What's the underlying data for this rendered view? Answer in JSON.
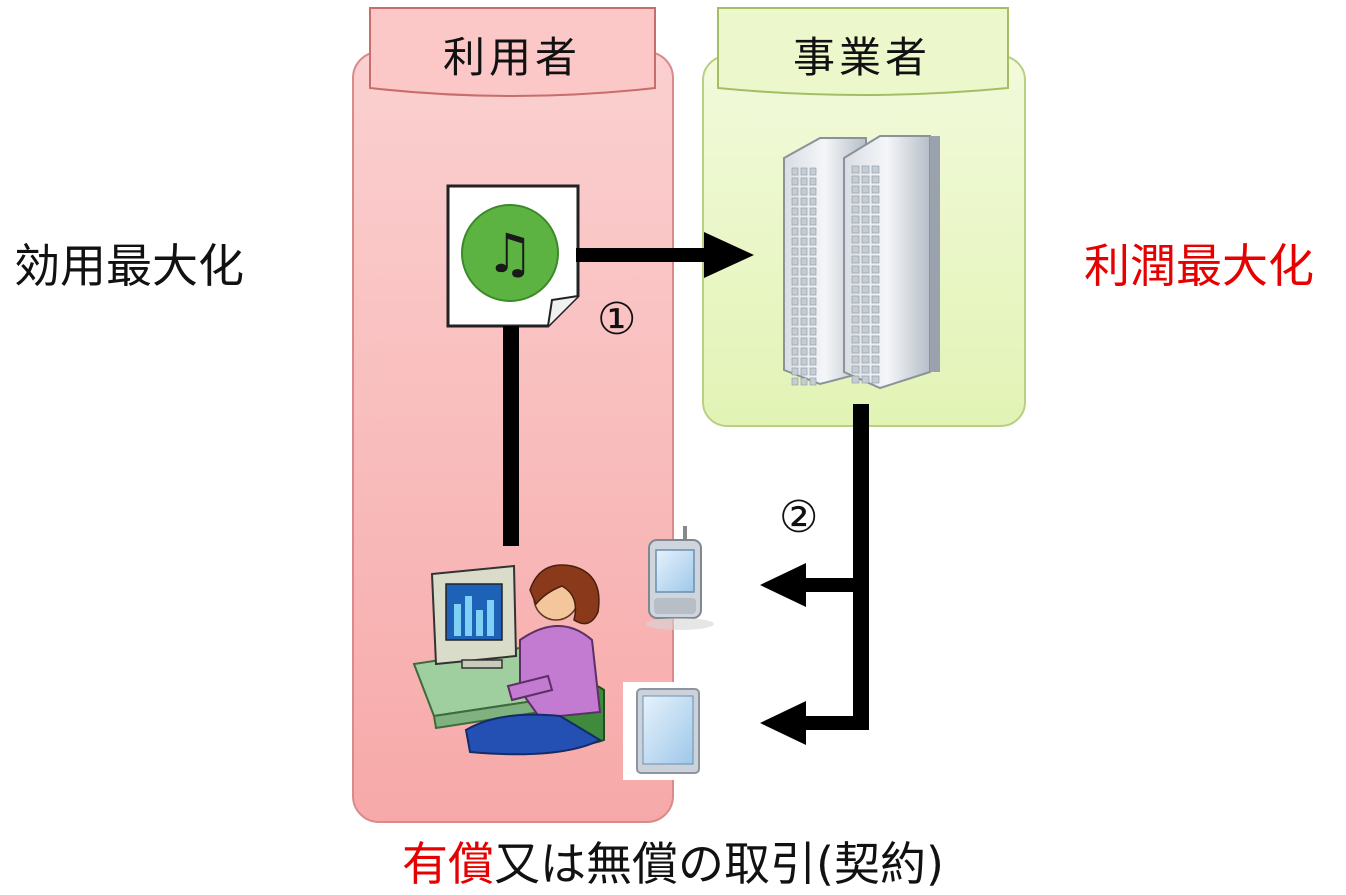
{
  "user_column": {
    "title": "利用者"
  },
  "provider_column": {
    "title": "事業者"
  },
  "left_goal": "効用最大化",
  "right_goal": "利潤最大化",
  "step1": "①",
  "step2": "②",
  "music_note": "♫",
  "caption": {
    "highlight": "有償",
    "rest": "又は無償の取引(契約)"
  },
  "colors": {
    "user_panel": "#f9b3b3",
    "provider_panel": "#e9f6c4",
    "accent_red": "#e60000",
    "arrow": "#000000",
    "music_circle": "#5db342"
  }
}
